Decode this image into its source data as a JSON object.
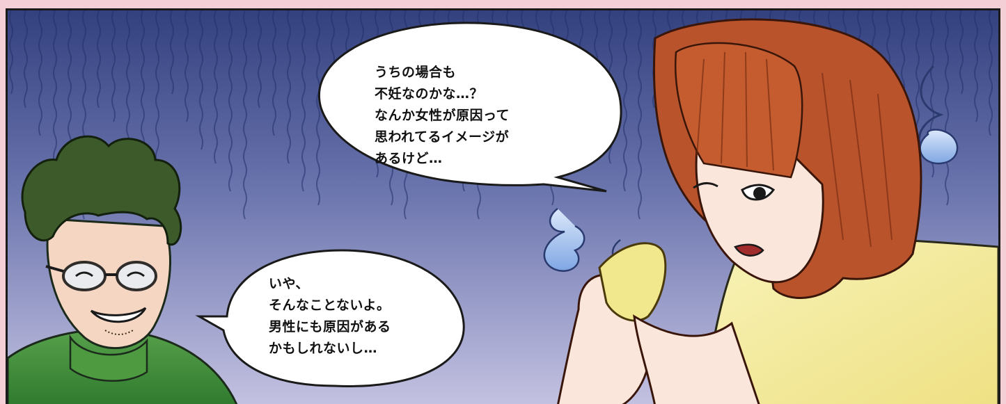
{
  "panel": {
    "background_top": "#3a4a86",
    "background_bottom": "#b9b9dd",
    "border_color": "#1a1a1a",
    "frame_color": "#f4d0d6"
  },
  "characters": {
    "woman": {
      "hair": "#b8532b",
      "top": "#f4ec9c",
      "skin": "#fbe6dc"
    },
    "man": {
      "hair": "#3d5a2a",
      "sweater": "#3f8c3a",
      "glasses": "glasses"
    }
  },
  "dialogue": {
    "woman_bubble": {
      "lines": [
        "うちの場合も",
        "不妊なのかな…？",
        "なんか女性が原因って",
        "思われてるイメージが",
        "あるけど…"
      ]
    },
    "man_bubble": {
      "lines": [
        "いや、",
        "そんなことないよ。",
        "男性にも原因がある",
        "かもしれないし…"
      ]
    }
  },
  "effects": {
    "sigh_wisps": [
      "sigh-wisp",
      "sigh-wisp",
      "sigh-wisp"
    ],
    "wisp_color": "#8fb3e8"
  }
}
